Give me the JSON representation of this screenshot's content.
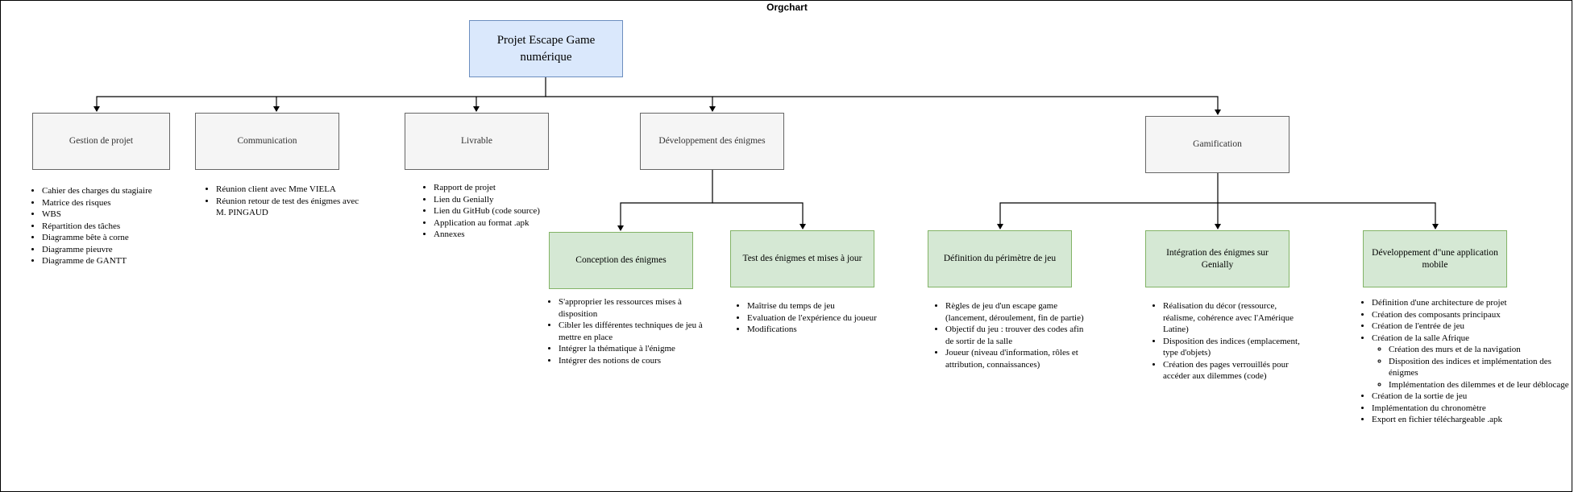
{
  "title": "Orgchart",
  "colors": {
    "root_fill": "#dae8fc",
    "root_border": "#6c8ebf",
    "grey_fill": "#f5f5f5",
    "green_fill": "#d5e8d4",
    "green_border": "#82b366"
  },
  "root": {
    "label": "Projet Escape Game numérique"
  },
  "nodes": {
    "gestion": {
      "label": "Gestion de projet",
      "items": [
        "Cahier des charges du stagiaire",
        "Matrice des risques",
        "WBS",
        "Répartition des tâches",
        "Diagramme bête à corne",
        "Diagramme pieuvre",
        "Diagramme de GANTT"
      ]
    },
    "communication": {
      "label": "Communication",
      "items": [
        "Réunion client avec Mme VIELA",
        "Réunion retour de test des énigmes avec M. PINGAUD"
      ]
    },
    "livrable": {
      "label": "Livrable",
      "items": [
        "Rapport de projet",
        "Lien du Genially",
        "Lien du GitHub (code source)",
        "Application au format  .apk",
        "Annexes"
      ]
    },
    "developpement": {
      "label": "Développement des énigmes"
    },
    "gamification": {
      "label": "Gamification"
    },
    "conception": {
      "label": "Conception des énigmes",
      "items": [
        "S'approprier les ressources mises à disposition",
        "Cibler les différentes techniques de jeu à mettre en place",
        "Intégrer la thématique à l'énigme",
        "Intégrer des notions de cours"
      ]
    },
    "test": {
      "label": "Test des énigmes et mises à jour",
      "items": [
        "Maîtrise du temps de jeu",
        "Evaluation de l'expérience du joueur",
        "Modifications"
      ]
    },
    "perimetre": {
      "label": "Définition du périmètre de jeu",
      "items": [
        "Règles de jeu d'un escape game (lancement, déroulement, fin de partie)",
        "Objectif du jeu : trouver des codes afin de sortir de la salle",
        "Joueur (niveau d'information, rôles et attribution, connaissances)"
      ]
    },
    "integration": {
      "label": "Intégration des énigmes sur Genially",
      "items": [
        "Réalisation du décor (ressource, réalisme, cohérence avec l'Amérique Latine)",
        "Disposition des indices (emplacement, type d'objets)",
        "Création des pages verrouillés pour accéder aux dilemmes (code)"
      ]
    },
    "mobile": {
      "label": "Développement d\"une application mobile",
      "items_before": [
        "Définition d'une architecture de projet",
        "Création des composants principaux",
        "Création de l'entrée de jeu",
        "Création de la salle Afrique"
      ],
      "sub_items": [
        "Création des murs et de la navigation",
        "Disposition des indices et implémentation des énigmes",
        "Implémentation des dilemmes et de leur déblocage"
      ],
      "items_after": [
        "Création de la sortie de jeu",
        "Implémentation du chronomètre",
        "Export en fichier téléchargeable .apk"
      ]
    }
  }
}
